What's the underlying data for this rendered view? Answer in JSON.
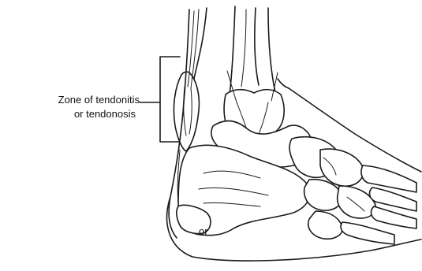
{
  "figure": {
    "subject": "ankle-foot-lateral-view"
  },
  "labels": {
    "zone_line1": "Zone of tendonitis",
    "zone_line2": "or tendonosis",
    "stray_text": "or"
  },
  "icons": {
    "bracket": "bracket-icon"
  }
}
